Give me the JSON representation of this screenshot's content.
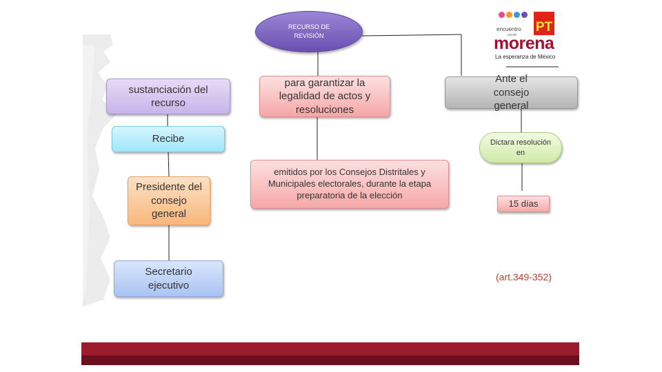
{
  "diagram": {
    "root": "RECURSO DE REVISIÓN",
    "left_column": {
      "sustanciacion": "sustanciación del recurso",
      "recibe": "Recibe",
      "presidente": "Presidente del consejo general",
      "secretario": "Secretario ejecutivo"
    },
    "center_column": {
      "garantizar": "para garantizar la legalidad de actos y resoluciones",
      "emitidos": "emitidos por los Consejos Distritales y Municipales electorales, durante la etapa preparatoria de la elección"
    },
    "right_column": {
      "ante": "Ante el consejo general",
      "dictara": "Dictara resolución en",
      "dias": "15 días"
    },
    "article_ref": "(art.349-352)"
  },
  "logo": {
    "encuentro": "encuentro",
    "social": "social",
    "pt": "PT",
    "morena": "morena",
    "tagline": "La esperanza de México"
  },
  "colors": {
    "band_top": "#9b1c2e",
    "band_bottom": "#6e0f1f",
    "root_node": "#6b4fb1",
    "article_text": "#c0392b"
  }
}
